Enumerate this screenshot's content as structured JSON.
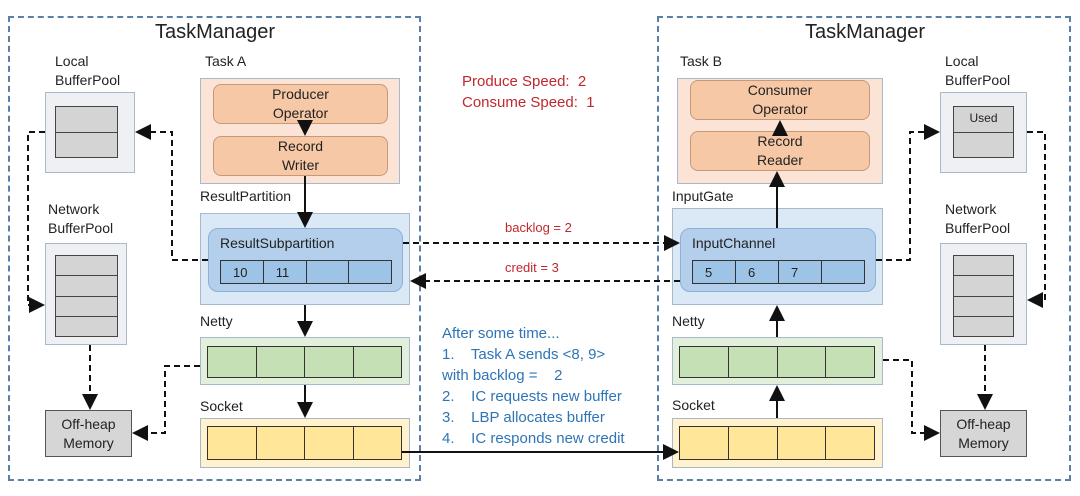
{
  "left": {
    "title": "TaskManager",
    "task_label": "Task A",
    "op1": "Producer\nOperator",
    "op2": "Record\nWriter",
    "partition_label": "ResultPartition",
    "sub_label": "ResultSubpartition",
    "buffers": [
      "10",
      "11",
      "",
      ""
    ],
    "netty_label": "Netty",
    "socket_label": "Socket",
    "local_bp": "Local\nBufferPool",
    "network_bp": "Network\nBufferPool",
    "offheap": "Off-heap\nMemory"
  },
  "right": {
    "title": "TaskManager",
    "task_label": "Task B",
    "op1": "Consumer\nOperator",
    "op2": "Record\nReader",
    "partition_label": "InputGate",
    "sub_label": "InputChannel",
    "buffers": [
      "5",
      "6",
      "7",
      ""
    ],
    "netty_label": "Netty",
    "socket_label": "Socket",
    "local_bp": "Local\nBufferPool",
    "used_label": "Used",
    "network_bp": "Network\nBufferPool",
    "offheap": "Off-heap\nMemory"
  },
  "middle": {
    "produce_speed": "Produce Speed:  2",
    "consume_speed": "Consume Speed:  1",
    "backlog": "backlog = 2",
    "credit": "credit = 3",
    "notes": [
      "After some time...",
      "1.    Task A sends <8, 9>",
      "with backlog =    2",
      "2.    IC requests new buffer",
      "3.    LBP allocates buffer",
      "4.    IC responds new credit"
    ]
  },
  "colors": {
    "task": "#fbe3d6",
    "operator": "#f7c8a6",
    "partition": "#dbe8f6",
    "subpartition": "#b4cfec",
    "netty": "#e2efda",
    "netty_cells": "#c5e0b4",
    "socket": "#fff2cc",
    "socket_cells": "#ffe699",
    "text_red": "#c0282d",
    "text_blue": "#2e75b6"
  }
}
